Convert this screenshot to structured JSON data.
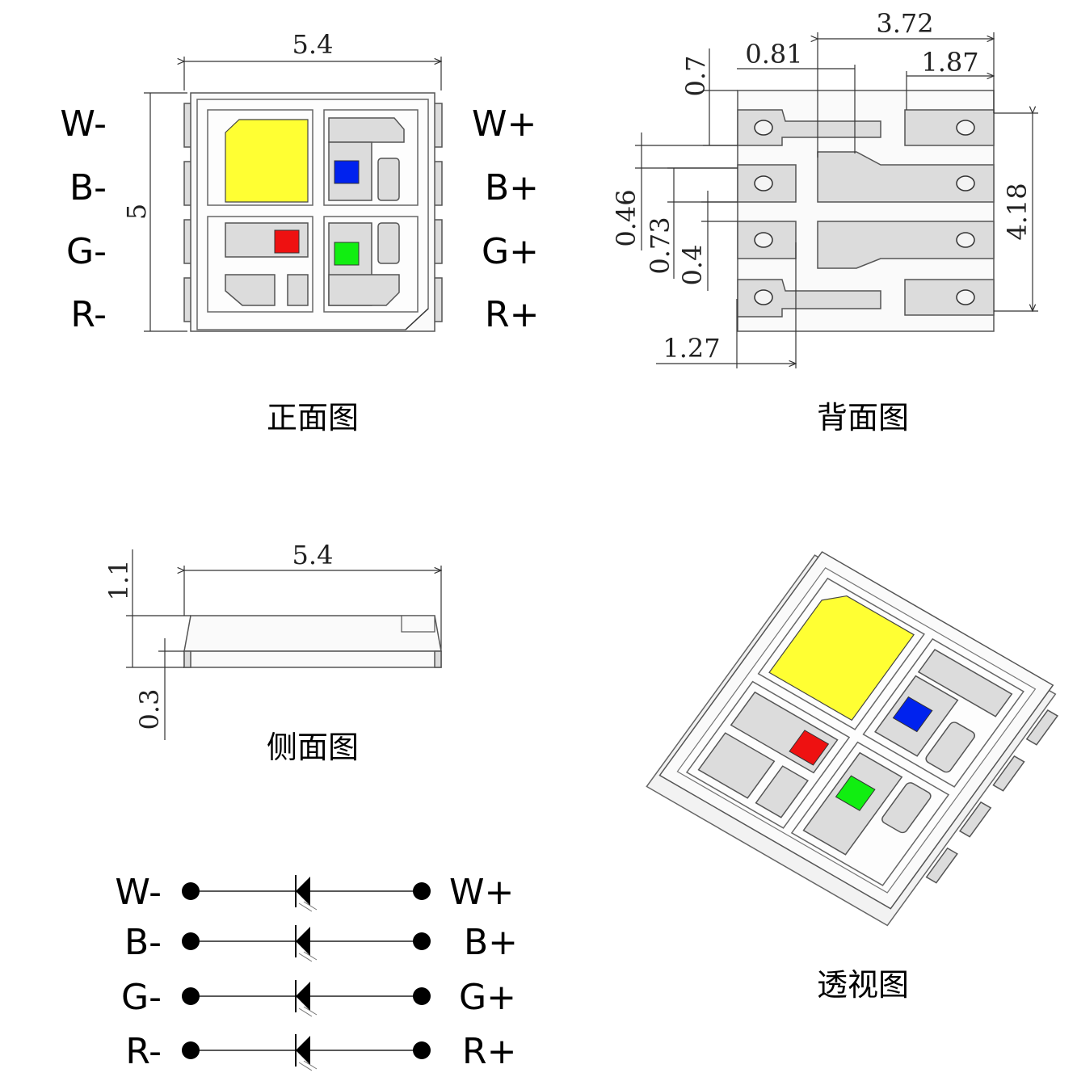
{
  "front_view": {
    "caption": "正面图",
    "width_dim": "5.4",
    "height_dim": "5",
    "left_pins": [
      "W-",
      "B-",
      "G-",
      "R-"
    ],
    "right_pins": [
      "W+",
      "B+",
      "G+",
      "R+"
    ]
  },
  "back_view": {
    "caption": "背面图",
    "dims": {
      "d372": "3.72",
      "d081": "0.81",
      "d187": "1.87",
      "d07": "0.7",
      "d046": "0.46",
      "d073": "0.73",
      "d04": "0.4",
      "d418": "4.18",
      "d127": "1.27"
    }
  },
  "side_view": {
    "caption": "侧面图",
    "width_dim": "5.4",
    "height_dim": "1.1",
    "base_dim": "0.3"
  },
  "perspective_view": {
    "caption": "透视图"
  },
  "schematic": {
    "left_labels": [
      "W-",
      "B-",
      "G-",
      "R-"
    ],
    "right_labels": [
      "W+",
      "B+",
      "G+",
      "R+"
    ]
  },
  "colors": {
    "white_chip": "#ffff33",
    "blue_chip": "#0022ee",
    "red_chip": "#ee1111",
    "green_chip": "#11ee11",
    "pad": "#dcdcdc"
  }
}
